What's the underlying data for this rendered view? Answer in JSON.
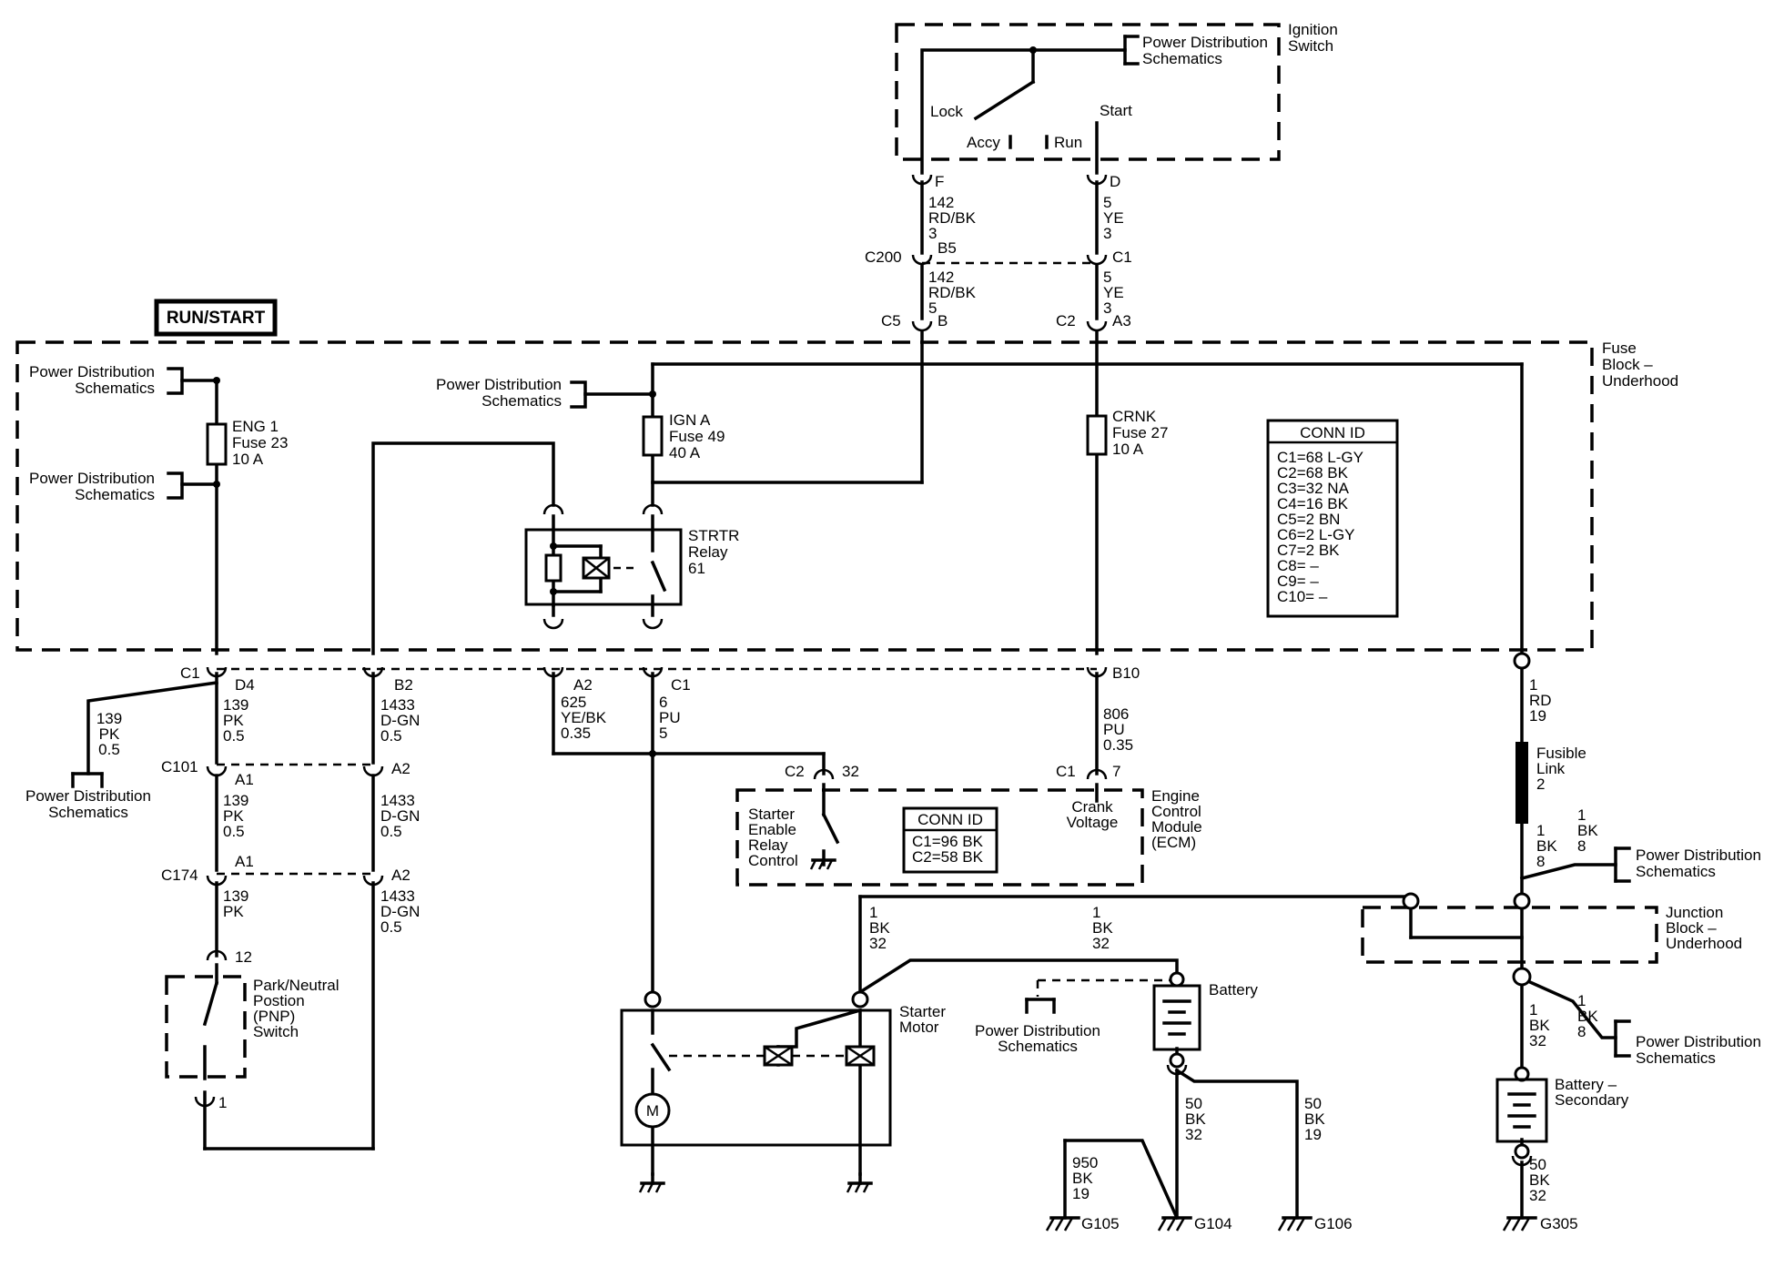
{
  "labels": {
    "run_start": "RUN/START",
    "ignition_switch": [
      "Ignition",
      "Switch"
    ],
    "pds_ign": [
      "Power Distribution",
      "Schematics"
    ],
    "lock": "Lock",
    "accy": "Accy",
    "run": "Run",
    "start": "Start",
    "pin_f": "F",
    "pin_d": "D",
    "wire_142_top": [
      "142",
      "RD/BK",
      "3"
    ],
    "wire_5_top": [
      "5",
      "YE",
      "3"
    ],
    "c200": "C200",
    "c200_b5": "B5",
    "c200_c1": "C1",
    "wire_142_bot": [
      "142",
      "RD/BK",
      "5"
    ],
    "wire_5_bot": [
      "5",
      "YE",
      "3"
    ],
    "c5": "C5",
    "c5_b": "B",
    "c2_top": "C2",
    "c2_a3": "A3",
    "fuse_block": [
      "Fuse",
      "Block –",
      "Underhood"
    ],
    "pds_left1": [
      "Power Distribution",
      "Schematics"
    ],
    "pds_left2": [
      "Power Distribution",
      "Schematics"
    ],
    "fuse23": [
      "ENG 1",
      "Fuse 23",
      "10 A"
    ],
    "pds_mid": [
      "Power Distribution",
      "Schematics"
    ],
    "fuse49": [
      "IGN A",
      "Fuse 49",
      "40 A"
    ],
    "fuse27": [
      "CRNK",
      "Fuse 27",
      "10 A"
    ],
    "relay": [
      "STRTR",
      "Relay",
      "61"
    ],
    "conn_id_title": "CONN ID",
    "conn_id_rows": [
      "C1=68 L-GY",
      "C2=68 BK",
      "C3=32 NA",
      "C4=16 BK",
      "C5=2 BN",
      "C6=2 L-GY",
      "C7=2 BK",
      "C8= –",
      "C9= –",
      "C10= –"
    ],
    "c1_bot": "C1",
    "d4": "D4",
    "b2": "B2",
    "a2_relay": "A2",
    "c1_relay": "C1",
    "b10": "B10",
    "wire_139_branch": [
      "139",
      "PK",
      "0.5"
    ],
    "pds_branch": [
      "Power Distribution",
      "Schematics"
    ],
    "wire_139_a": [
      "139",
      "PK",
      "0.5"
    ],
    "wire_1433_a": [
      "1433",
      "D-GN",
      "0.5"
    ],
    "wire_625": [
      "625",
      "YE/BK",
      "0.35"
    ],
    "wire_6": [
      "6",
      "PU",
      "5"
    ],
    "wire_806": [
      "806",
      "PU",
      "0.35"
    ],
    "wire_1_rd": [
      "1",
      "RD",
      "19"
    ],
    "c101": "C101",
    "c101_a1": "A1",
    "c101_a2": "A2",
    "wire_139_b": [
      "139",
      "PK",
      "0.5"
    ],
    "wire_1433_b": [
      "1433",
      "D-GN",
      "0.5"
    ],
    "c174": "C174",
    "c174_a1": "A1",
    "c174_a2": "A2",
    "wire_139_c": [
      "139",
      "PK"
    ],
    "wire_1433_c": [
      "1433",
      "D-GN",
      "0.5"
    ],
    "pin_12": "12",
    "pin_1": "1",
    "pnp_switch": [
      "Park/Neutral",
      "Postion",
      "(PNP)",
      "Switch"
    ],
    "ecm_c2": "C2",
    "ecm_32": "32",
    "ecm_c1": "C1",
    "ecm_7": "7",
    "starter_enable": [
      "Starter",
      "Enable",
      "Relay",
      "Control"
    ],
    "ecm_conn_title": "CONN ID",
    "ecm_conn_rows": [
      "C1=96 BK",
      "C2=58 BK"
    ],
    "crank_voltage": [
      "Crank",
      "Voltage"
    ],
    "ecm": [
      "Engine",
      "Control",
      "Module",
      "(ECM)"
    ],
    "fusible_link": [
      "Fusible",
      "Link",
      "2"
    ],
    "wire_1bk_8a": [
      "1",
      "BK",
      "8"
    ],
    "wire_1bk_8b": [
      "1",
      "BK",
      "8"
    ],
    "pds_jb1": [
      "Power Distribution",
      "Schematics"
    ],
    "junction_block": [
      "Junction",
      "Block –",
      "Underhood"
    ],
    "wire_1bk_32a": [
      "1",
      "BK",
      "32"
    ],
    "wire_1bk_32b": [
      "1",
      "BK",
      "32"
    ],
    "starter_motor": [
      "Starter",
      "Motor"
    ],
    "motor_m": "M",
    "battery": "Battery",
    "pds_bat": [
      "Power Distribution",
      "Schematics"
    ],
    "wire_1bk_32c": [
      "1",
      "BK",
      "32"
    ],
    "wire_1bk_8c": [
      "1",
      "BK",
      "8"
    ],
    "pds_jb2": [
      "Power Distribution",
      "Schematics"
    ],
    "battery_secondary": [
      "Battery –",
      "Secondary"
    ],
    "wire_950": [
      "950",
      "BK",
      "19"
    ],
    "wire_50a": [
      "50",
      "BK",
      "32"
    ],
    "wire_50b": [
      "50",
      "BK",
      "19"
    ],
    "wire_50c": [
      "50",
      "BK",
      "32"
    ],
    "g105": "G105",
    "g104": "G104",
    "g106": "G106",
    "g305": "G305"
  }
}
